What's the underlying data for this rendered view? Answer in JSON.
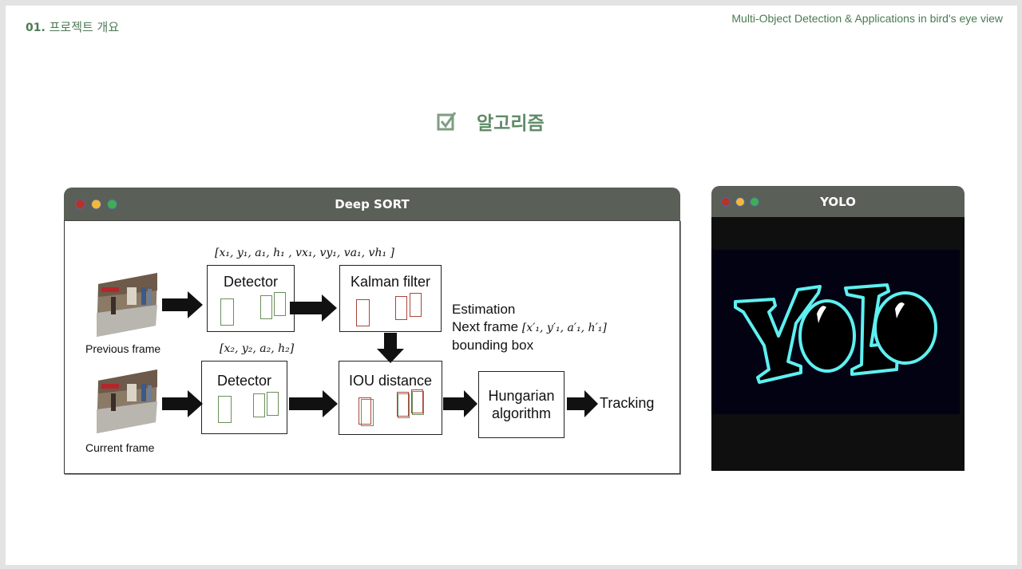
{
  "header": {
    "section_number": "01.",
    "section_title": "프로젝트 개요",
    "subtitle": "Multi-Object Detection & Applications in bird's eye view"
  },
  "page": {
    "title": "알고리즘",
    "title_icon": "checkbox-icon",
    "accent_color": "#5e8a66"
  },
  "deep_sort_window": {
    "title": "Deep SORT",
    "traffic_lights": [
      "#b5332a",
      "#f2b83a",
      "#3fae52"
    ],
    "diagram": {
      "previous_frame_label": "Previous frame",
      "current_frame_label": "Current frame",
      "detector1_label": "Detector",
      "detector2_label": "Detector",
      "kalman_label": "Kalman filter",
      "iou_label": "IOU distance",
      "hungarian_label_line1": "Hungarian",
      "hungarian_label_line2": "algorithm",
      "tracking_label": "Tracking",
      "state_vector": "[x₁, y₁, a₁, h₁ , vx₁, vy₁, va₁, vh₁ ]",
      "detection_vector": "[x₂, y₂, a₂, h₂]",
      "estimation_line1": "Estimation",
      "estimation_line2_text": "Next frame ",
      "estimation_line2_math": "[x′₁, y′₁, a′₁, h′₁]",
      "estimation_line3": "bounding box"
    }
  },
  "yolo_window": {
    "title": "YOLO",
    "traffic_lights": [
      "#b5332a",
      "#f2b83a",
      "#3fae52"
    ],
    "logo_text": "YOLO",
    "logo_color": "#5ef0f0"
  }
}
